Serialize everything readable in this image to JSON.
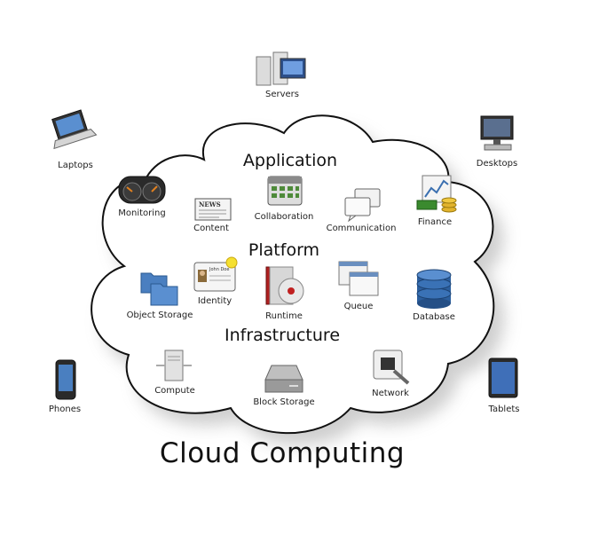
{
  "title": "Cloud Computing",
  "sections": {
    "application": "Application",
    "platform": "Platform",
    "infrastructure": "Infrastructure"
  },
  "application_items": {
    "monitoring": "Monitoring",
    "content": "Content",
    "collaboration": "Collaboration",
    "communication": "Communication",
    "finance": "Finance"
  },
  "platform_items": {
    "object_storage": "Object Storage",
    "identity": "Identity",
    "runtime": "Runtime",
    "queue": "Queue",
    "database": "Database"
  },
  "infrastructure_items": {
    "compute": "Compute",
    "block_storage": "Block Storage",
    "network": "Network"
  },
  "devices": {
    "servers": "Servers",
    "laptops": "Laptops",
    "desktops": "Desktops",
    "phones": "Phones",
    "tablets": "Tablets"
  },
  "icon_text": {
    "news": "NEWS",
    "john_doe": "John Doe"
  },
  "colors": {
    "cloud_fill": "#ffffff",
    "cloud_stroke": "#111111",
    "shadow": "#c8c8c8",
    "database_blue": "#2c5f9e",
    "folder_blue": "#4a7fc0",
    "money_green": "#3a8a2e",
    "gold": "#e2b32c",
    "runtime_red": "#b02020"
  }
}
